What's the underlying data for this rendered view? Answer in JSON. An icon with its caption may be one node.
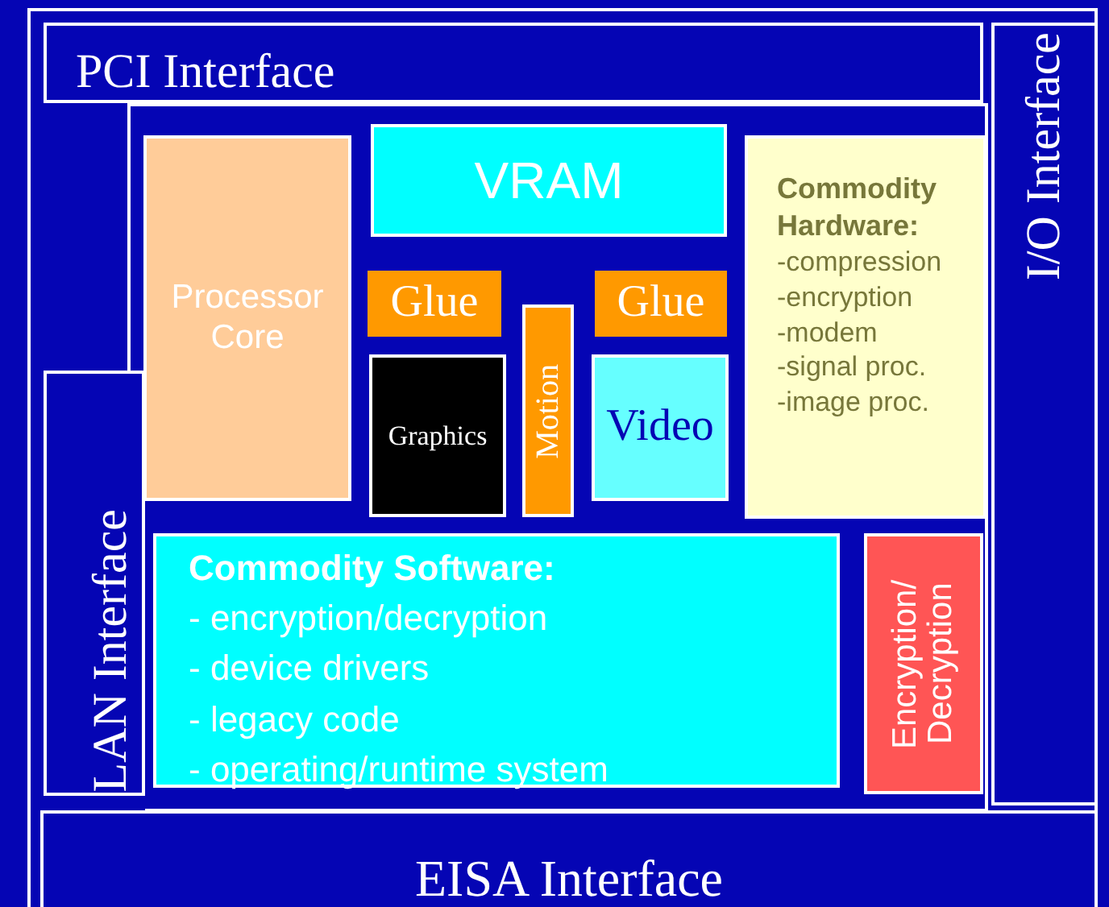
{
  "diagram": {
    "nodes": [
      {
        "text": [
          "PCI Interface"
        ]
      },
      {
        "text": [
          "I/O Interface"
        ]
      },
      {
        "text": [
          "VRAM"
        ]
      },
      {
        "text": [
          "Processor Core"
        ]
      },
      {
        "text": [
          "Commodity Hardware:",
          "-compression",
          "-encryption",
          "-modem",
          "-signal proc.",
          "-image proc."
        ]
      },
      {
        "text": [
          "Glue"
        ]
      },
      {
        "text": [
          "Glue"
        ]
      },
      {
        "text": [
          "Motion"
        ]
      },
      {
        "text": [
          "Graphics"
        ]
      },
      {
        "text": [
          "Video"
        ]
      },
      {
        "text": [
          "LAN Interface"
        ]
      },
      {
        "text": [
          "Commodity Software:",
          "- encryption/decryption",
          "- device drivers",
          "- legacy code",
          "- operating/runtime system"
        ]
      },
      {
        "text": [
          "Encryption/ Decryption"
        ]
      },
      {
        "text": [
          "EISA Interface"
        ]
      }
    ]
  }
}
